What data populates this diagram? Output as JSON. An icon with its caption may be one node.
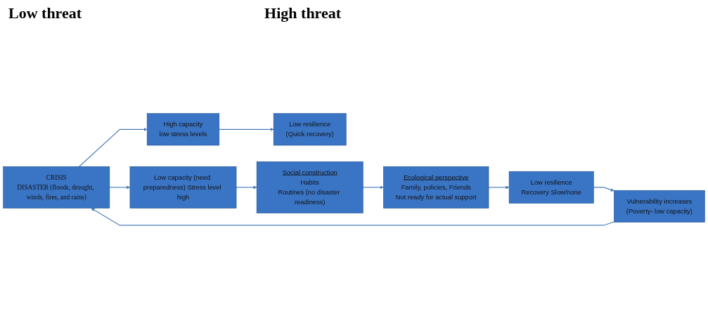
{
  "diagram": {
    "nodes": [
      {
        "text": [
          "CRISIS",
          "DISASTER (floods, drought, winds, fires, and rains)"
        ]
      },
      {
        "text": [
          "High capacity",
          "low stress levels"
        ]
      },
      {
        "text": [
          "Low resilience",
          "(Quick recovery)"
        ]
      },
      {
        "text": [
          "Low capacity (need preparedness) Stress level high"
        ]
      },
      {
        "text": [
          "Social construction",
          "Habits",
          "Routines (no disaster readiness)"
        ]
      },
      {
        "text": [
          "Ecological perspective",
          "Family, policies, Friends",
          "Not ready for actual support"
        ]
      },
      {
        "text": [
          "Low resilience",
          "Recovery Slow/none"
        ]
      },
      {
        "text": [
          "Vulnerability increases",
          "(Poverty- low capacity)"
        ]
      }
    ],
    "edges": [
      {
        "from": 0,
        "to": 1,
        "arrow": "to"
      },
      {
        "from": 1,
        "to": 2,
        "arrow": "to"
      },
      {
        "from": 0,
        "to": 3,
        "arrow": "to"
      },
      {
        "from": 3,
        "to": 4,
        "arrow": "to"
      },
      {
        "from": 4,
        "to": 5,
        "arrow": "to"
      },
      {
        "from": 5,
        "to": 6,
        "arrow": "to"
      },
      {
        "from": 6,
        "to": 7,
        "arrow": "to"
      },
      {
        "from": 7,
        "to": 0,
        "arrow": "to"
      }
    ],
    "labels": [
      "Low threat",
      "High threat"
    ]
  }
}
